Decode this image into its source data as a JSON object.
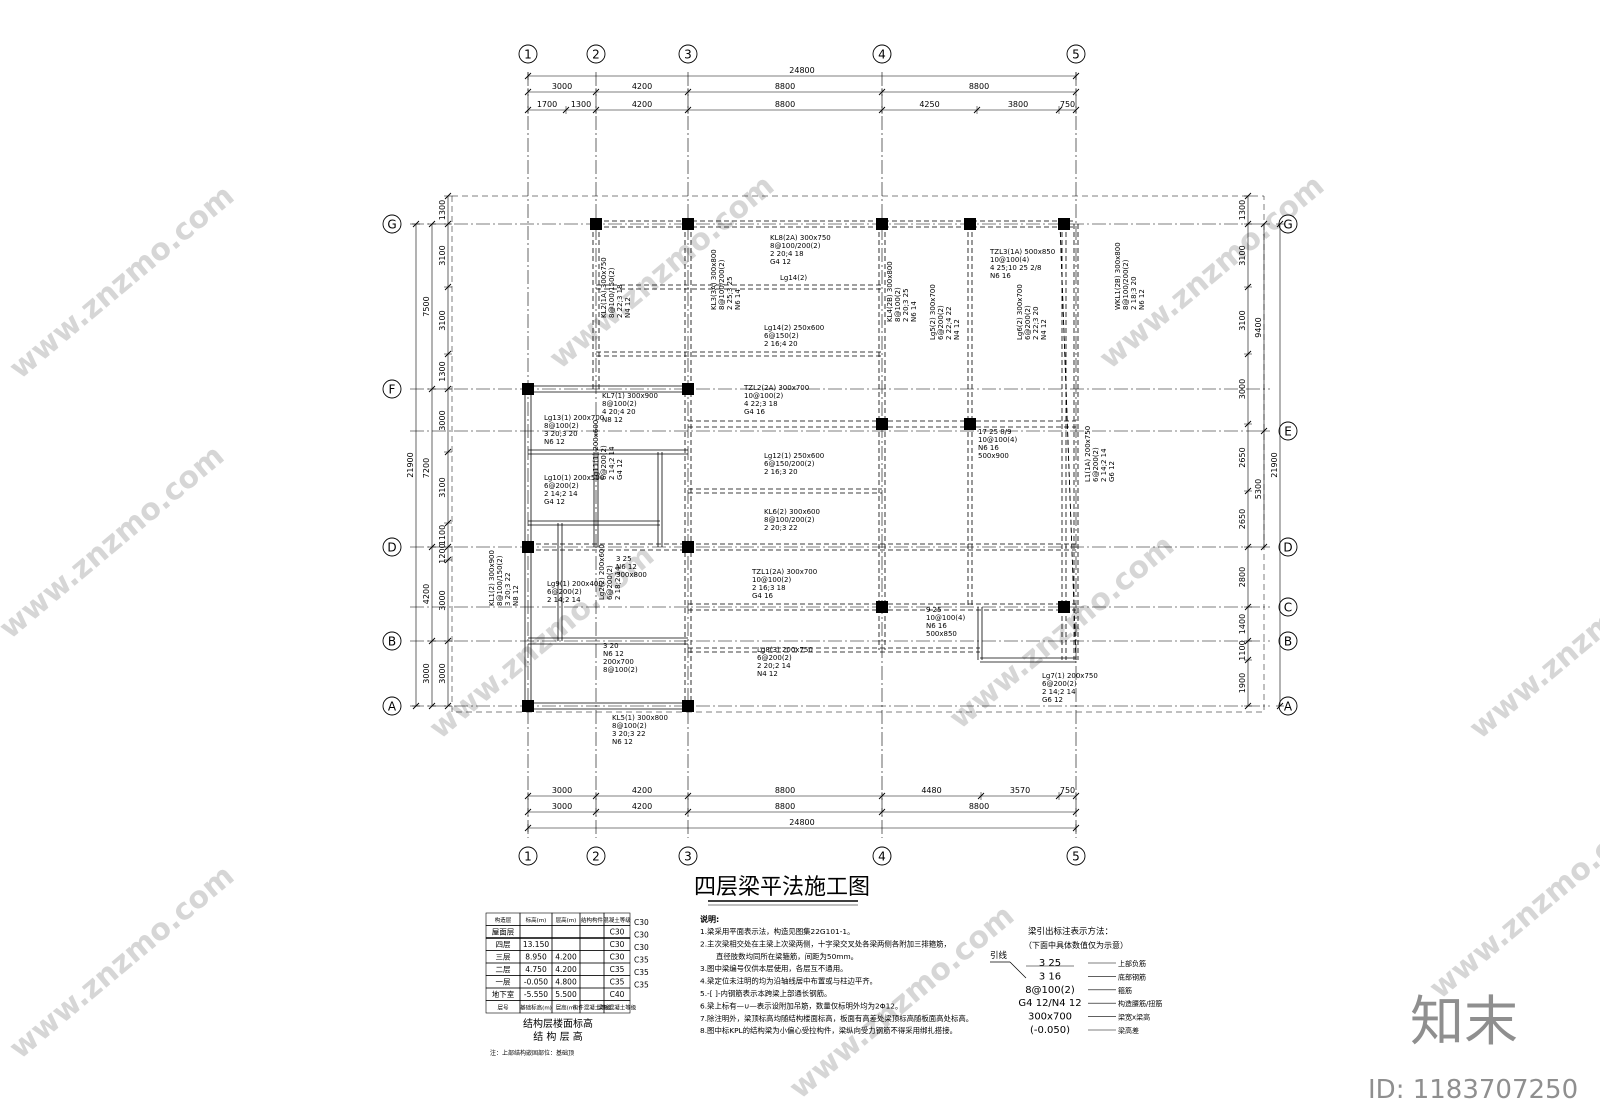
{
  "title": "四层梁平法施工图",
  "grid_cols": [
    "1",
    "2",
    "3",
    "4",
    "5"
  ],
  "grid_rows_left": [
    "G",
    "F",
    "D",
    "B",
    "A"
  ],
  "grid_rows_right": [
    "G",
    "E",
    "D",
    "C",
    "B",
    "A"
  ],
  "dims_top": {
    "total": "24800",
    "row1": [
      "3000",
      "4200",
      "8800",
      "8800"
    ],
    "row2": [
      "1700",
      "1300",
      "4200",
      "8800",
      "4250",
      "3800",
      "750"
    ]
  },
  "dims_bottom": {
    "total": "24800",
    "row1": [
      "3000",
      "4200",
      "8800",
      "4480",
      "3570",
      "750"
    ],
    "row2": [
      "3000",
      "4200",
      "8800",
      "8800"
    ]
  },
  "dims_left": {
    "total": "21900",
    "outer": [
      "7500",
      "7200",
      "4200",
      "3000"
    ],
    "inner": [
      "1300",
      "3100",
      "3100",
      "1300",
      "3000",
      "3100",
      "1100",
      "1200",
      "3000",
      "3000"
    ]
  },
  "dims_right": {
    "total": "21900",
    "outer": [
      "9400",
      "5300"
    ],
    "inner": [
      "1300",
      "3100",
      "3100",
      "3000",
      "2650",
      "2650",
      "2800",
      "1400",
      "1100",
      "1900"
    ]
  },
  "beam_labels": [
    {
      "id": "kl8",
      "lines": [
        "KL8(2A) 300x750",
        "8@100/200(2)",
        "2 20;4 18",
        "G4 12"
      ]
    },
    {
      "id": "tzl3",
      "lines": [
        "TZL3(1A) 500x850",
        "10@100(4)",
        "4 25;10 25 2/8",
        "N6 16"
      ]
    },
    {
      "id": "lg14",
      "lines": [
        "Lg14(2)"
      ]
    },
    {
      "id": "kl2",
      "lines": [
        "KL2(1A) 300x750",
        "8@100/150(2)",
        "2 22;3 18",
        "N4 12"
      ]
    },
    {
      "id": "kl3",
      "lines": [
        "KL3(3A) 300x800",
        "8@100/200(2)",
        "2 25;3 25",
        "N6 14"
      ]
    },
    {
      "id": "lg14b",
      "lines": [
        "Lg14(2) 250x600",
        "6@150(2)",
        "2 16;4 20"
      ]
    },
    {
      "id": "kl4",
      "lines": [
        "KL4(2B) 300x800",
        "8@100(2)",
        "2 20;3 25",
        "N6 14"
      ]
    },
    {
      "id": "lg5",
      "lines": [
        "Lg5(2) 300x700",
        "6@200(2)",
        "2 22;4 22",
        "N4 12"
      ]
    },
    {
      "id": "lg6",
      "lines": [
        "Lg6(2) 300x700",
        "6@200(2)",
        "2 22;3 20",
        "N4 12"
      ]
    },
    {
      "id": "wkl1",
      "lines": [
        "WKL1(2B) 300x800",
        "8@100/200(2)",
        "2 18;3 20",
        "N6 12"
      ]
    },
    {
      "id": "tzl2",
      "lines": [
        "TZL2(2A) 300x700",
        "10@100(2)",
        "4 22;3 18",
        "G4 16"
      ]
    },
    {
      "id": "kl7",
      "lines": [
        "KL7(1) 300x900",
        "8@100(2)",
        "4 20;4 20",
        "N8 12"
      ]
    },
    {
      "id": "lg13",
      "lines": [
        "Lg13(1) 200x700",
        "8@100(2)",
        "3 20;3 20",
        "N6 12"
      ]
    },
    {
      "id": "lg10",
      "lines": [
        "Lg10(1) 200x500",
        "6@200(2)",
        "2 14;2 14",
        "G4 12"
      ]
    },
    {
      "id": "lg11",
      "lines": [
        "Lg11(1) 200x600",
        "6@200(2)",
        "2 14;2 14",
        "G4 12"
      ]
    },
    {
      "id": "lg12",
      "lines": [
        "Lg12(1) 250x600",
        "6@150/200(2)",
        "2 16;3 20"
      ]
    },
    {
      "id": "kl6",
      "lines": [
        "KL6(2) 300x600",
        "8@100/200(2)",
        "2 20;3 22"
      ]
    },
    {
      "id": "tzl1",
      "lines": [
        "TZL1(2A) 300x700",
        "10@100(2)",
        "2 16;3 18",
        "G4 16"
      ]
    },
    {
      "id": "lg9",
      "lines": [
        "Lg9(1) 200x400",
        "6@200(2)",
        "2 14;2 14"
      ]
    },
    {
      "id": "lg2",
      "lines": [
        "Lg2(2) 200x600",
        "6@200(2)",
        "2 18;2 14"
      ]
    },
    {
      "id": "kl1",
      "lines": [
        "KL1(2) 300x900",
        "8@100/150(2)",
        "3 20;3 22",
        "N8 12"
      ]
    },
    {
      "id": "lg8",
      "lines": [
        "Lg8(3) 200x750",
        "6@200(2)",
        "2 20;2 14",
        "N4 12"
      ]
    },
    {
      "id": "lg7",
      "lines": [
        "Lg7(1) 200x750",
        "6@200(2)",
        "2 14;2 14",
        "G6 12"
      ]
    },
    {
      "id": "kl5",
      "lines": [
        "KL5(1) 300x800",
        "8@100(2)",
        "3 20;3 22",
        "N6 12"
      ]
    },
    {
      "id": "l1",
      "lines": [
        "L1(1A) 200x750",
        "6@200(2)",
        "2 14;2 14",
        "G6 12"
      ]
    },
    {
      "id": "kl9",
      "lines": [
        "17 25 8/9",
        "10@100(4)",
        "N6 16",
        "500x900"
      ]
    },
    {
      "id": "kl10",
      "lines": [
        "9 25",
        "10@100(4)",
        "N6 16",
        "500x850"
      ]
    },
    {
      "id": "lg3",
      "lines": [
        "3 20",
        "N6 12",
        "200x700",
        "8@100(2)"
      ]
    },
    {
      "id": "lg1",
      "lines": [
        "3 25",
        "N6 12",
        "300x800"
      ]
    }
  ],
  "level_table": {
    "headers": [
      "构造层",
      "标高(m)",
      "层高(m)",
      "结构构件",
      "混凝土等级"
    ],
    "rows": [
      [
        "屋面层",
        "",
        "",
        "",
        "C30"
      ],
      [
        "四层",
        "13.150",
        "",
        "",
        "C30"
      ],
      [
        "三层",
        "8.950",
        "4.200",
        "",
        "C30"
      ],
      [
        "二层",
        "4.750",
        "4.200",
        "",
        "C35"
      ],
      [
        "一层",
        "-0.050",
        "4.800",
        "",
        "C35"
      ],
      [
        "地下室",
        "-5.550",
        "5.500",
        "",
        "C40"
      ]
    ],
    "side_grades": [
      "C30",
      "C30",
      "C30",
      "C35",
      "C35",
      "C35"
    ],
    "footer": [
      "层号",
      "基础标高(m)",
      "层高(m)",
      "构件混凝土等级",
      "梁板混凝土等级"
    ],
    "caption1": "结构层楼面标高",
    "caption2": "结 构 层 高",
    "note": "注：上部结构嵌固部位：基础顶"
  },
  "notes": {
    "heading": "说明:",
    "items": [
      "1.梁采用平面表示法，构造见图集22G101-1。",
      "2.主次梁相交处在主梁上次梁两侧，十字梁交叉处各梁两侧各附加三排箍筋，",
      "直径肢数均同所在梁箍筋，间距为50mm。",
      "3.图中梁编号仅供本层使用，各层互不通用。",
      "4.梁定位未注明的均为沿轴线居中布置或与柱边平齐。",
      "5.-[ ]-内钢筋表示本跨梁上部通长钢筋。",
      "6.梁上标有—∪—表示设附加吊筋，数量仅标明外均为2Φ12。",
      "7.除注明外，梁顶标高均随结构楼面标高，板面有高差处梁顶标高随板面高处标高。",
      "8.图中标KPL的结构梁为小偏心受拉构件，梁纵向受力钢筋不得采用绑扎搭接。"
    ]
  },
  "legend": {
    "heading": "梁引出标注表示方法：",
    "subheading": "（下面中具体数值仅为示意）",
    "lead": "引线",
    "items": [
      {
        "value": "3 25",
        "desc": "上部负筋"
      },
      {
        "value": "3 16",
        "desc": "底部钢筋"
      },
      {
        "value": "8@100(2)",
        "desc": "箍筋"
      },
      {
        "value": "G4 12/N4 12",
        "desc": "构造腰筋/扭筋"
      },
      {
        "value": "300x700",
        "desc": "梁宽x梁高"
      },
      {
        "value": "(-0.050)",
        "desc": "梁高差"
      }
    ]
  },
  "watermark": "www.znzmo.com",
  "brand": "知末",
  "drawing_id": "ID: 1183707250"
}
